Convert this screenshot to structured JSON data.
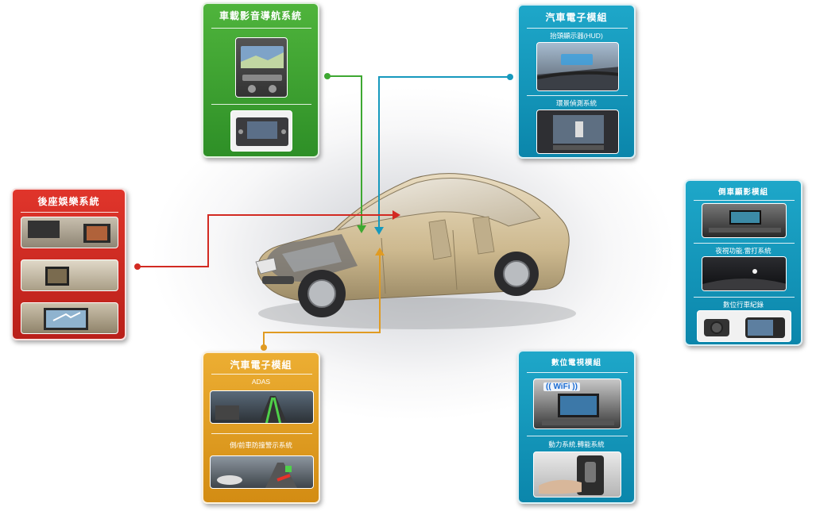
{
  "panels": {
    "av_nav": {
      "title": "車載影音導航系統"
    },
    "auto_top": {
      "title": "汽車電子模組",
      "sections": [
        "抬頭顯示器(HUD)",
        "環景偵測系統"
      ]
    },
    "rear_ent": {
      "title": "後座娛樂系統"
    },
    "reverse": {
      "title": "倒車顯影模組",
      "sections": [
        "夜視功能.雷打系統",
        "數位行車紀錄"
      ]
    },
    "auto_bottom": {
      "title": "汽車電子模組",
      "sections": [
        "ADAS",
        "側/前車防撞警示系統"
      ]
    },
    "dtv": {
      "title": "數位電視模組",
      "sections": [
        "動力系統.轉能系統"
      ],
      "wifi_label": "WiFi"
    }
  },
  "colors": {
    "green": "#3ea832",
    "cyan": "#1699bd",
    "red": "#d22a22",
    "orange": "#e09b22"
  }
}
